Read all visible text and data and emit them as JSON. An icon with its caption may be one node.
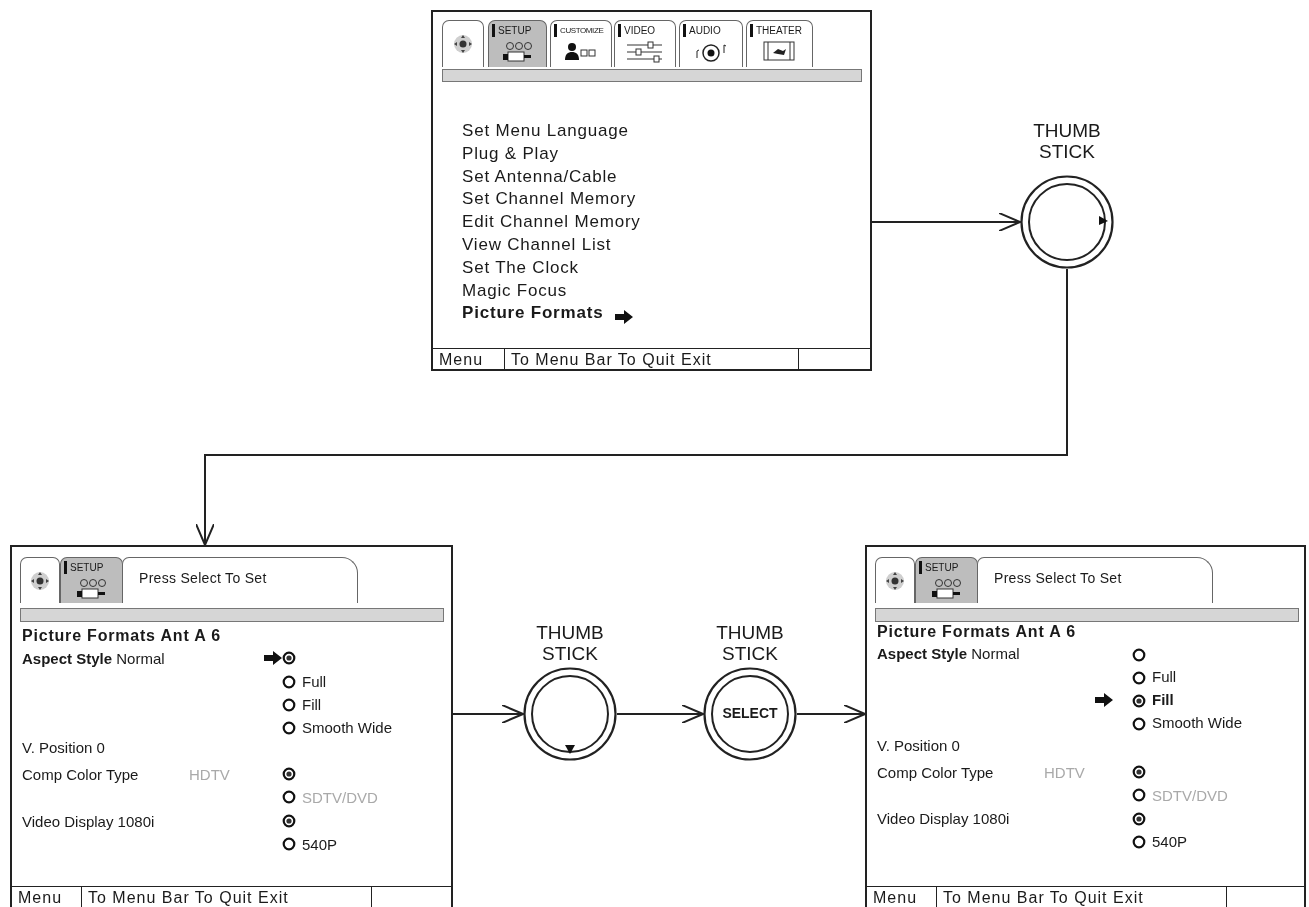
{
  "diagram": {
    "nodes": [
      {
        "text": [
          "Set Menu Language",
          "Plug & Play",
          "Set Antenna/Cable",
          "Set Channel Memory",
          "Edit Channel Memory",
          "View Channel List",
          "Set The Clock",
          "Magic Focus",
          "Picture Formats"
        ]
      },
      {
        "text": [],
        "shape": "box",
        "in": 0
      },
      {
        "text": [
          "SETUP"
        ],
        "in": 0
      },
      {
        "text": [
          "CUSTOMIZE"
        ],
        "in": 0
      },
      {
        "text": [
          "VIDEO"
        ],
        "in": 0
      },
      {
        "text": [
          "AUDIO"
        ],
        "in": 0
      },
      {
        "text": [
          "THEATER"
        ],
        "in": 0
      },
      {
        "text": [
          "Menu"
        ],
        "in": 0
      },
      {
        "text": [
          "To Menu Bar To Quit Exit"
        ],
        "in": 0
      },
      {
        "text": [
          "THUMB STICK"
        ]
      },
      {
        "text": [
          "Picture Formats Ant A 6",
          "**Aspect Style** Normal",
          "Full",
          "Fill",
          "Smooth Wide",
          "V. Position 0",
          "Comp Color Type",
          "HDTV",
          "SDTV/DVD",
          "Video Display 1080i",
          "540P"
        ]
      },
      {
        "text": [],
        "shape": "box",
        "in": 10
      },
      {
        "text": [
          "SETUP"
        ],
        "in": 10
      },
      {
        "text": [
          "Press Select To Set"
        ],
        "in": 10
      },
      {
        "text": [
          "Menu"
        ],
        "in": 10
      },
      {
        "text": [
          "To Menu Bar To Quit Exit"
        ],
        "in": 10
      },
      {
        "text": [
          "THUMB STICK"
        ]
      },
      {
        "text": [
          "THUMB STICK",
          "SELECT"
        ]
      },
      {
        "text": [
          "Picture Formats Ant A 6",
          "**Aspect Style** Normal",
          "Full",
          "Fill",
          "Smooth Wide",
          "V. Position 0",
          "Comp Color Type",
          "HDTV",
          "SDTV/DVD",
          "Video Display 1080i",
          "540P"
        ]
      },
      {
        "text": [],
        "shape": "box",
        "in": 18
      },
      {
        "text": [
          "SETUP"
        ],
        "in": 18
      },
      {
        "text": [
          "Press Select To Set"
        ],
        "in": 18
      },
      {
        "text": [
          "Menu"
        ],
        "in": 18
      },
      {
        "text": [
          "To Menu Bar To Quit Exit"
        ],
        "in": 18
      }
    ],
    "edges": [
      {
        "from": 0,
        "to": 9,
        "arrow": "to"
      },
      {
        "from": 9,
        "to": 10,
        "arrow": "to"
      },
      {
        "from": 10,
        "to": 16,
        "arrow": "to"
      },
      {
        "from": 16,
        "to": 17,
        "arrow": "to"
      },
      {
        "from": 17,
        "to": 18,
        "arrow": "to"
      }
    ]
  }
}
